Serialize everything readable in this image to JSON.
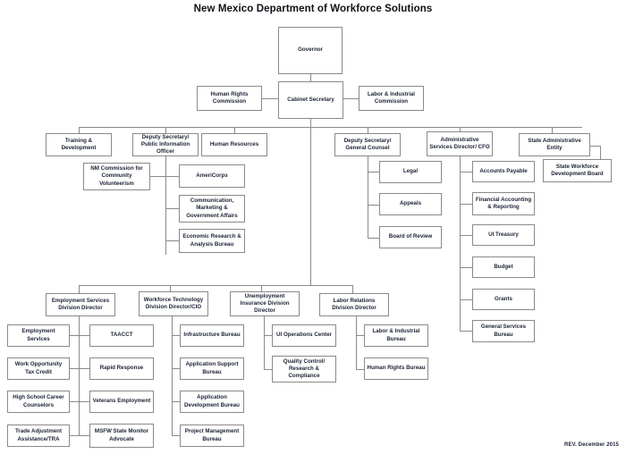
{
  "title": "New Mexico Department of Workforce Solutions",
  "revision": "REV. December 2015",
  "colors": {
    "background": "#ffffff",
    "box_border": "#8a8a8a",
    "connector": "#8a8a8a",
    "text": "#1b2236",
    "title": "#101018"
  },
  "chart_data": {
    "type": "diagram",
    "diagram_type": "organizational-chart",
    "title": "New Mexico Department of Workforce Solutions",
    "footer": "REV. December 2015",
    "nodes": {
      "governor": "Governor",
      "cabinet_secretary": "Cabinet Secretary",
      "human_rights_commission": "Human Rights Commission",
      "labor_industrial_commission": "Labor & Industrial Commission",
      "training_development": "Training & Development",
      "deputy_secretary_pio": "Deputy Secretary/ Public Information Officer",
      "human_resources": "Human Resources",
      "deputy_secretary_general_counsel": "Deputy Secretary/ General Counsel",
      "admin_services_director_cfo": "Administrative Services Director/ CFO",
      "state_administrative_entity": "State Administrative Entity",
      "nm_commission_community_volunteerism": "NM Commission for Community Volunteerism",
      "americorps": "AmeriCorps",
      "communication_marketing_gov_affairs": "Communication, Marketing & Government Affairs",
      "economic_research_analysis_bureau": "Economic Research & Analysis Bureau",
      "legal": "Legal",
      "appeals": "Appeals",
      "board_of_review": "Board of Review",
      "accounts_payable": "Accounts Payable",
      "financial_accounting_reporting": "Financial Accounting & Reporting",
      "ui_treasury": "UI Treasury",
      "budget": "Budget",
      "grants": "Grants",
      "general_services_bureau": "General Services Bureau",
      "state_workforce_development_board": "State Workforce Development Board",
      "employment_services_division_director": "Employment Services Division Director",
      "workforce_technology_division_director_cio": "Workforce Technology Division Director/CIO",
      "unemployment_insurance_division_director": "Unemployment Insurance Division Director",
      "labor_relations_division_director": "Labor Relations Division Director",
      "employment_services": "Employment Services",
      "work_opportunity_tax_credit": "Work Opportunity Tax Credit",
      "high_school_career_counselors": "High School Career Counselors",
      "trade_adjustment_assistance_tra": "Trade Adjustment Assistance/TRA",
      "taacct": "TAACCT",
      "rapid_response": "Rapid Response",
      "veterans_employment": "Veterans Employment",
      "msfw_state_monitor_advocate": "MSFW State Monitor Advocate",
      "infrastructure_bureau": "Infrastructure Bureau",
      "application_support_bureau": "Application Support Bureau",
      "application_development_bureau": "Application Development Bureau",
      "project_management_bureau": "Project Management Bureau",
      "ui_operations_center": "UI Operations Center",
      "quality_control_research_compliance": "Quality Control/ Research & Compliance",
      "labor_industrial_bureau": "Labor & Industrial Bureau",
      "human_rights_bureau": "Human Rights Bureau"
    },
    "edges": [
      {
        "from": "governor",
        "to": "cabinet_secretary"
      },
      {
        "from": "cabinet_secretary",
        "to": "human_rights_commission"
      },
      {
        "from": "cabinet_secretary",
        "to": "labor_industrial_commission"
      },
      {
        "from": "cabinet_secretary",
        "to": "training_development"
      },
      {
        "from": "cabinet_secretary",
        "to": "deputy_secretary_pio"
      },
      {
        "from": "cabinet_secretary",
        "to": "human_resources"
      },
      {
        "from": "cabinet_secretary",
        "to": "deputy_secretary_general_counsel"
      },
      {
        "from": "cabinet_secretary",
        "to": "admin_services_director_cfo"
      },
      {
        "from": "cabinet_secretary",
        "to": "state_administrative_entity"
      },
      {
        "from": "deputy_secretary_pio",
        "to": "nm_commission_community_volunteerism"
      },
      {
        "from": "deputy_secretary_pio",
        "to": "americorps"
      },
      {
        "from": "deputy_secretary_pio",
        "to": "communication_marketing_gov_affairs"
      },
      {
        "from": "deputy_secretary_pio",
        "to": "economic_research_analysis_bureau"
      },
      {
        "from": "deputy_secretary_general_counsel",
        "to": "legal"
      },
      {
        "from": "deputy_secretary_general_counsel",
        "to": "appeals"
      },
      {
        "from": "deputy_secretary_general_counsel",
        "to": "board_of_review"
      },
      {
        "from": "admin_services_director_cfo",
        "to": "accounts_payable"
      },
      {
        "from": "admin_services_director_cfo",
        "to": "financial_accounting_reporting"
      },
      {
        "from": "admin_services_director_cfo",
        "to": "ui_treasury"
      },
      {
        "from": "admin_services_director_cfo",
        "to": "budget"
      },
      {
        "from": "admin_services_director_cfo",
        "to": "grants"
      },
      {
        "from": "admin_services_director_cfo",
        "to": "general_services_bureau"
      },
      {
        "from": "state_administrative_entity",
        "to": "state_workforce_development_board"
      },
      {
        "from": "cabinet_secretary",
        "to": "employment_services_division_director"
      },
      {
        "from": "cabinet_secretary",
        "to": "workforce_technology_division_director_cio"
      },
      {
        "from": "cabinet_secretary",
        "to": "unemployment_insurance_division_director"
      },
      {
        "from": "cabinet_secretary",
        "to": "labor_relations_division_director"
      },
      {
        "from": "employment_services_division_director",
        "to": "employment_services"
      },
      {
        "from": "employment_services_division_director",
        "to": "work_opportunity_tax_credit"
      },
      {
        "from": "employment_services_division_director",
        "to": "high_school_career_counselors"
      },
      {
        "from": "employment_services_division_director",
        "to": "trade_adjustment_assistance_tra"
      },
      {
        "from": "employment_services_division_director",
        "to": "taacct"
      },
      {
        "from": "employment_services_division_director",
        "to": "rapid_response"
      },
      {
        "from": "employment_services_division_director",
        "to": "veterans_employment"
      },
      {
        "from": "employment_services_division_director",
        "to": "msfw_state_monitor_advocate"
      },
      {
        "from": "workforce_technology_division_director_cio",
        "to": "infrastructure_bureau"
      },
      {
        "from": "workforce_technology_division_director_cio",
        "to": "application_support_bureau"
      },
      {
        "from": "workforce_technology_division_director_cio",
        "to": "application_development_bureau"
      },
      {
        "from": "workforce_technology_division_director_cio",
        "to": "project_management_bureau"
      },
      {
        "from": "unemployment_insurance_division_director",
        "to": "ui_operations_center"
      },
      {
        "from": "unemployment_insurance_division_director",
        "to": "quality_control_research_compliance"
      },
      {
        "from": "labor_relations_division_director",
        "to": "labor_industrial_bureau"
      },
      {
        "from": "labor_relations_division_director",
        "to": "human_rights_bureau"
      }
    ]
  }
}
